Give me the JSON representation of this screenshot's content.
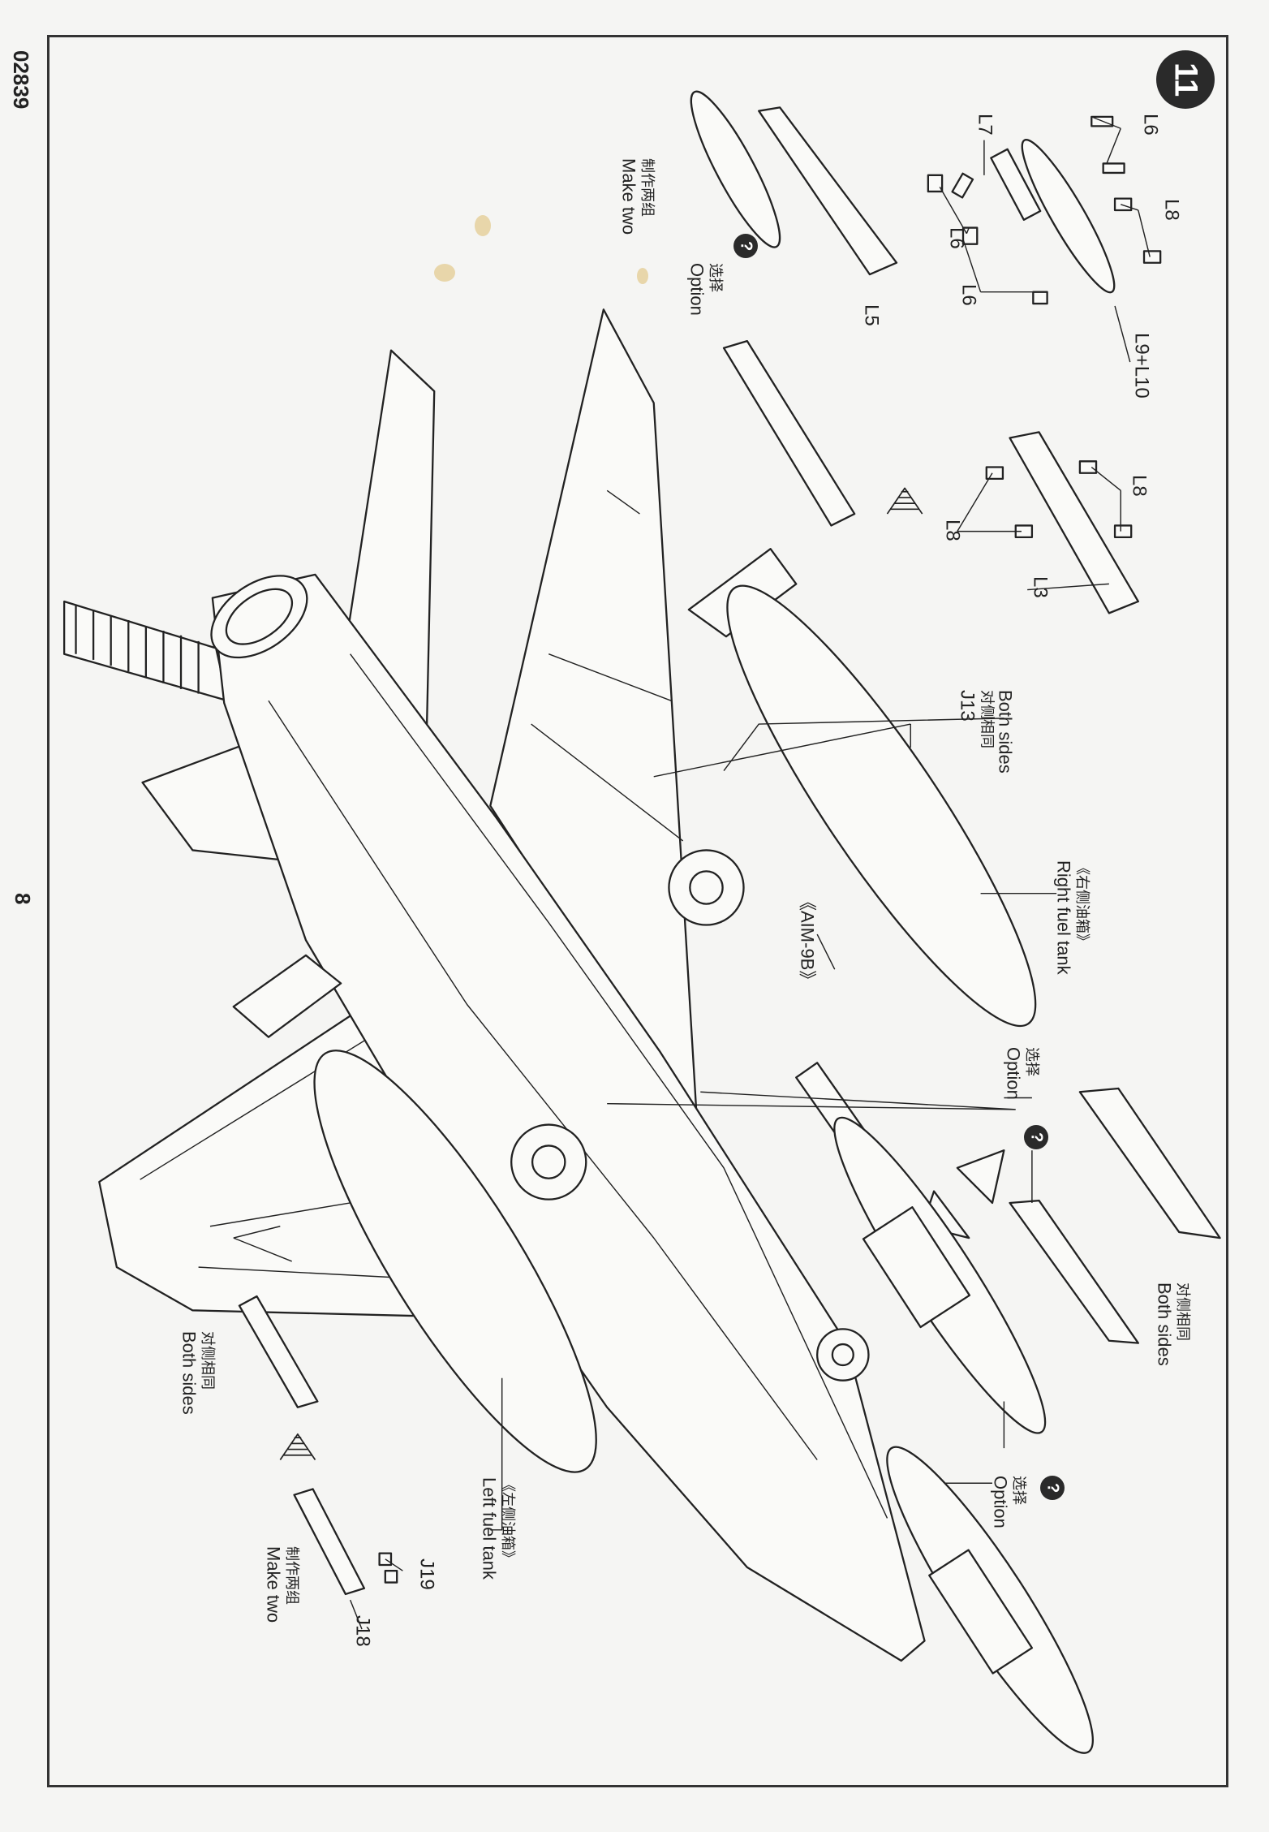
{
  "document": {
    "code": "02839",
    "page_number": "8",
    "step_number": "11"
  },
  "parts": {
    "pylon_top": {
      "l6a": "L6",
      "l7": "L7",
      "l8": "L8",
      "l6b": "L6",
      "l6c": "L6",
      "l9l10": "L9+L10"
    },
    "pylon_mid": {
      "l8a": "L8",
      "l8b": "L8",
      "l3": "L3"
    },
    "l5": "L5",
    "j13": "J13",
    "j19": "J19",
    "j18": "J18"
  },
  "notes": {
    "make_two_top": {
      "cn": "制作两组",
      "en": "Make two"
    },
    "option_top": {
      "cn": "选择",
      "en": "Option",
      "icon": "?"
    },
    "both_sides_j13": {
      "en": "Both sides",
      "cn": "对侧相同"
    },
    "right_fuel_tank": {
      "cn": "《右侧油箱》",
      "en": "Right fuel tank"
    },
    "aim9b": "《AIM-9B》",
    "option_mid": {
      "cn": "选择",
      "en": "Option",
      "icon": "?"
    },
    "both_sides_right": {
      "cn": "对侧相同",
      "en": "Both sides"
    },
    "option_bottom": {
      "cn": "选择",
      "en": "Option",
      "icon": "?"
    },
    "left_fuel_tank": {
      "cn": "《左侧油箱》",
      "en": "Left fuel tank"
    },
    "make_two_bottom": {
      "cn": "制作两组",
      "en": "Make two"
    },
    "both_sides_left": {
      "cn": "对侧相同",
      "en": "Both sides"
    }
  },
  "colors": {
    "ink": "#222222",
    "paper": "#f5f5f3",
    "badge": "#2a2a2a"
  }
}
